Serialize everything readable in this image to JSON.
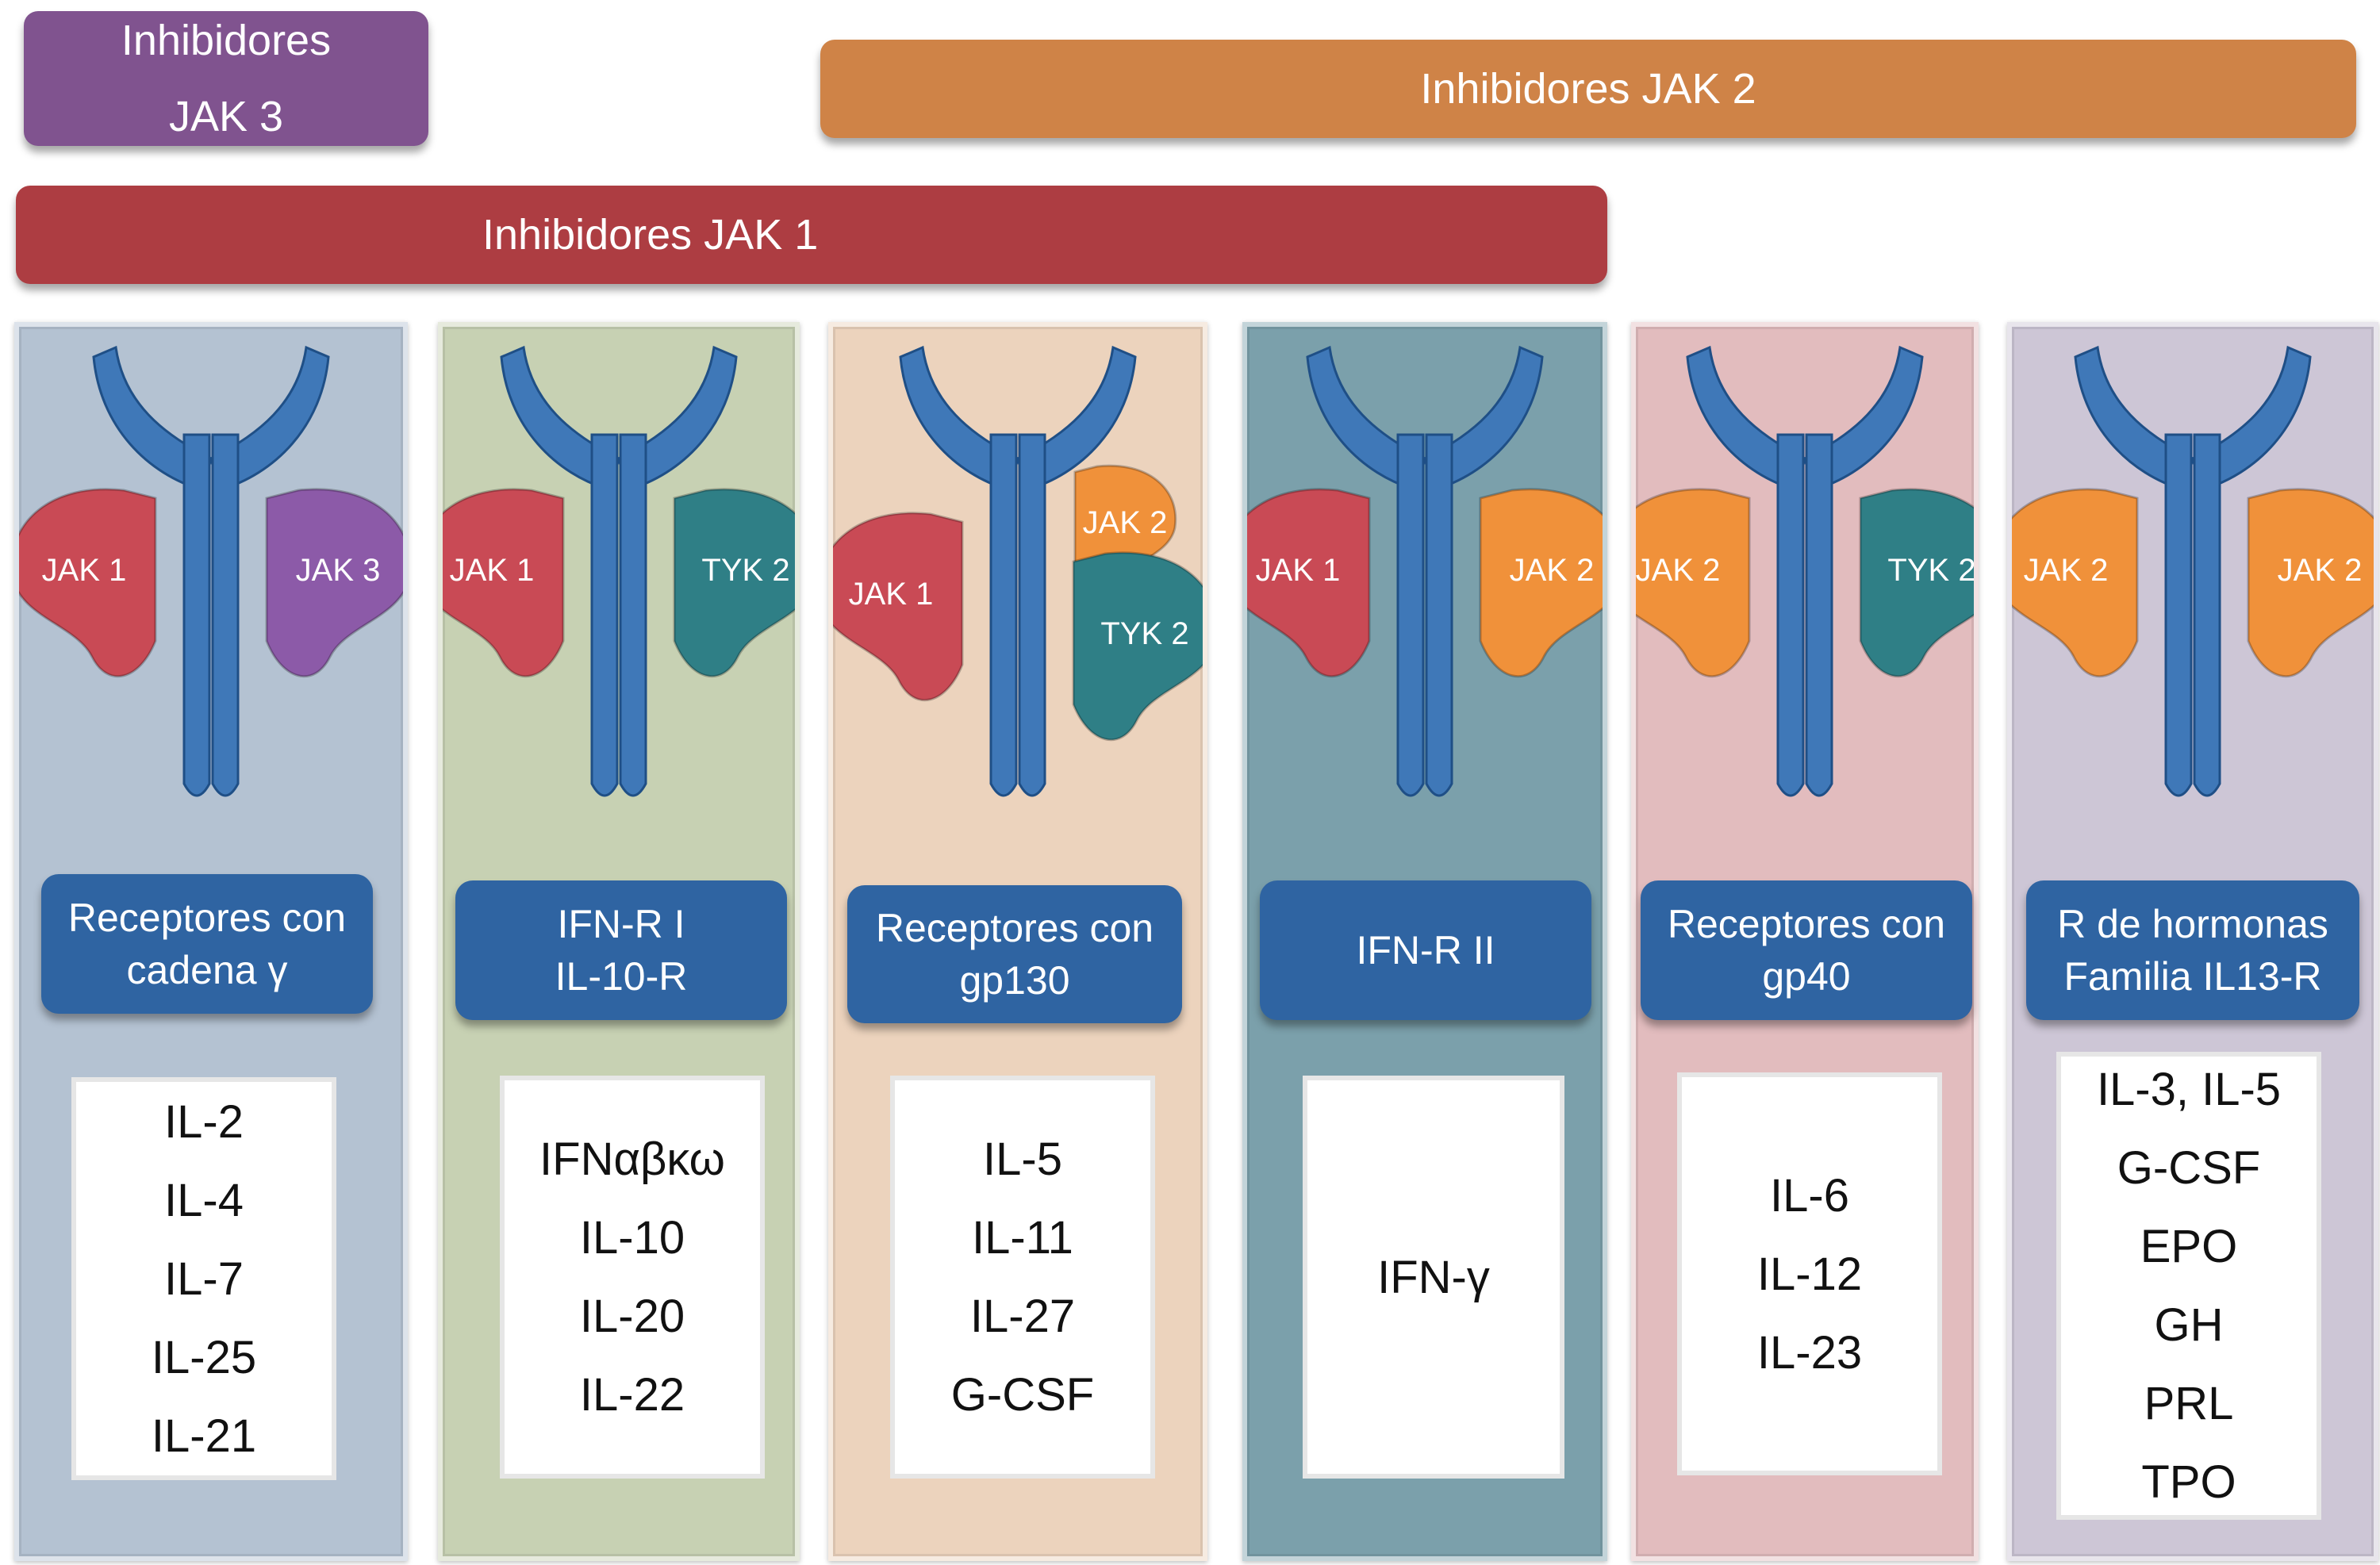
{
  "inhibitor_bars": {
    "jak3": [
      "Inhibidores",
      "JAK 3"
    ],
    "jak2": "Inhibidores JAK 2",
    "jak1": "Inhibidores JAK 1"
  },
  "columns": [
    {
      "kinases": [
        "JAK 1",
        "JAK 3"
      ],
      "receptor_label": [
        "Receptores con",
        "cadena γ"
      ],
      "ligands": [
        "IL-2",
        "IL-4",
        "IL-7",
        "IL-25",
        "IL-21"
      ]
    },
    {
      "kinases": [
        "JAK 1",
        "TYK 2"
      ],
      "receptor_label": [
        "IFN-R I",
        "IL-10-R"
      ],
      "ligands": [
        "IFNαβκω",
        "IL-10",
        "IL-20",
        "IL-22"
      ]
    },
    {
      "kinases": [
        "JAK 1",
        "JAK 2",
        "TYK 2"
      ],
      "receptor_label": [
        "Receptores con",
        "gp130"
      ],
      "ligands": [
        "IL-5",
        "IL-11",
        "IL-27",
        "G-CSF"
      ]
    },
    {
      "kinases": [
        "JAK 1",
        "JAK 2"
      ],
      "receptor_label": [
        "IFN-R II"
      ],
      "ligands": [
        "IFN-γ"
      ]
    },
    {
      "kinases": [
        "JAK 2",
        "TYK 2"
      ],
      "receptor_label": [
        "Receptores con",
        "gp40"
      ],
      "ligands": [
        "IL-6",
        "IL-12",
        "IL-23"
      ]
    },
    {
      "kinases": [
        "JAK 2",
        "JAK 2"
      ],
      "receptor_label": [
        "R de hormonas",
        "Familia IL13-R"
      ],
      "ligands": [
        "IL-3, IL-5",
        "G-CSF",
        "EPO",
        "GH",
        "PRL",
        "TPO"
      ]
    }
  ],
  "colors": {
    "jak1": "#c94a55",
    "jak2": "#f0913a",
    "jak3": "#8c5aa8",
    "tyk2": "#2f7f86",
    "receptor": "#3f78b8",
    "label_box": "#2f64a2",
    "column_backgrounds": [
      "#b4c2d2",
      "#c7d1b3",
      "#ecd3bd",
      "#7ba0ab",
      "#e2bcbe",
      "#cdc6d6"
    ]
  }
}
